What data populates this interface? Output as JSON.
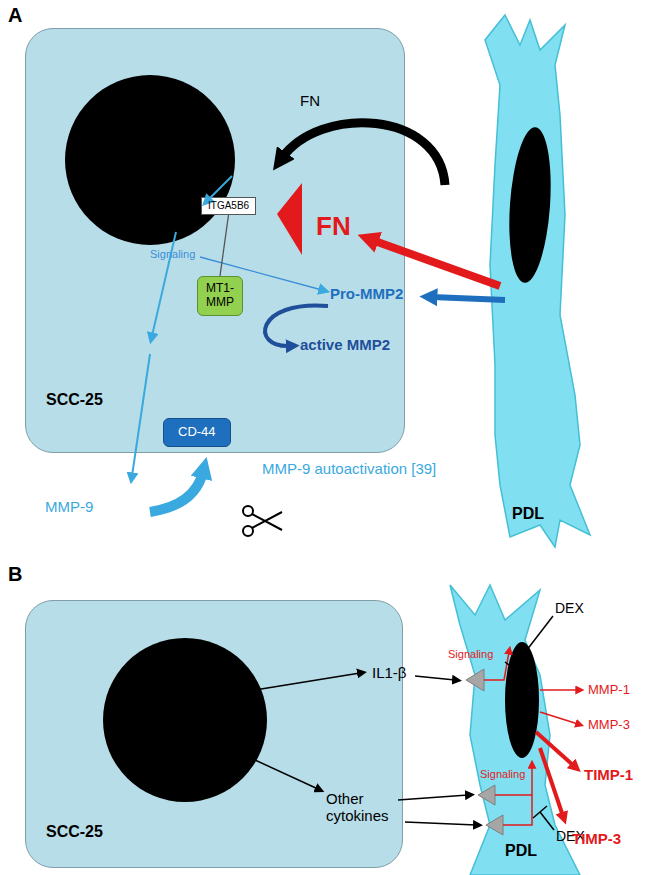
{
  "diagram": {
    "nodes": [
      {
        "text": [
          "SCC-25"
        ]
      },
      {
        "text": [
          "ITGA5B6"
        ],
        "in": 0
      },
      {
        "text": [
          "MT1- MMP"
        ],
        "in": 0
      },
      {
        "text": [
          "CD-44"
        ],
        "in": 0
      },
      {
        "text": [
          "PDL"
        ]
      },
      {
        "text": [
          "SCC-25"
        ]
      },
      {
        "text": [
          "PDL"
        ]
      }
    ],
    "edges": [
      {
        "from": 1,
        "to": 2,
        "arrow": "none"
      }
    ],
    "labels": [
      "A",
      "FN",
      "FN",
      "Signaling",
      "Pro-MMP2",
      "active MMP2",
      "MMP-9",
      "MMP-9 autoactivation [39]",
      "B",
      "IL1-β",
      "Other cytokines",
      "Signaling",
      "Signaling",
      "DEX",
      "DEX",
      "MMP-1",
      "MMP-3",
      "TIMP-1",
      "TIMP-3"
    ]
  }
}
